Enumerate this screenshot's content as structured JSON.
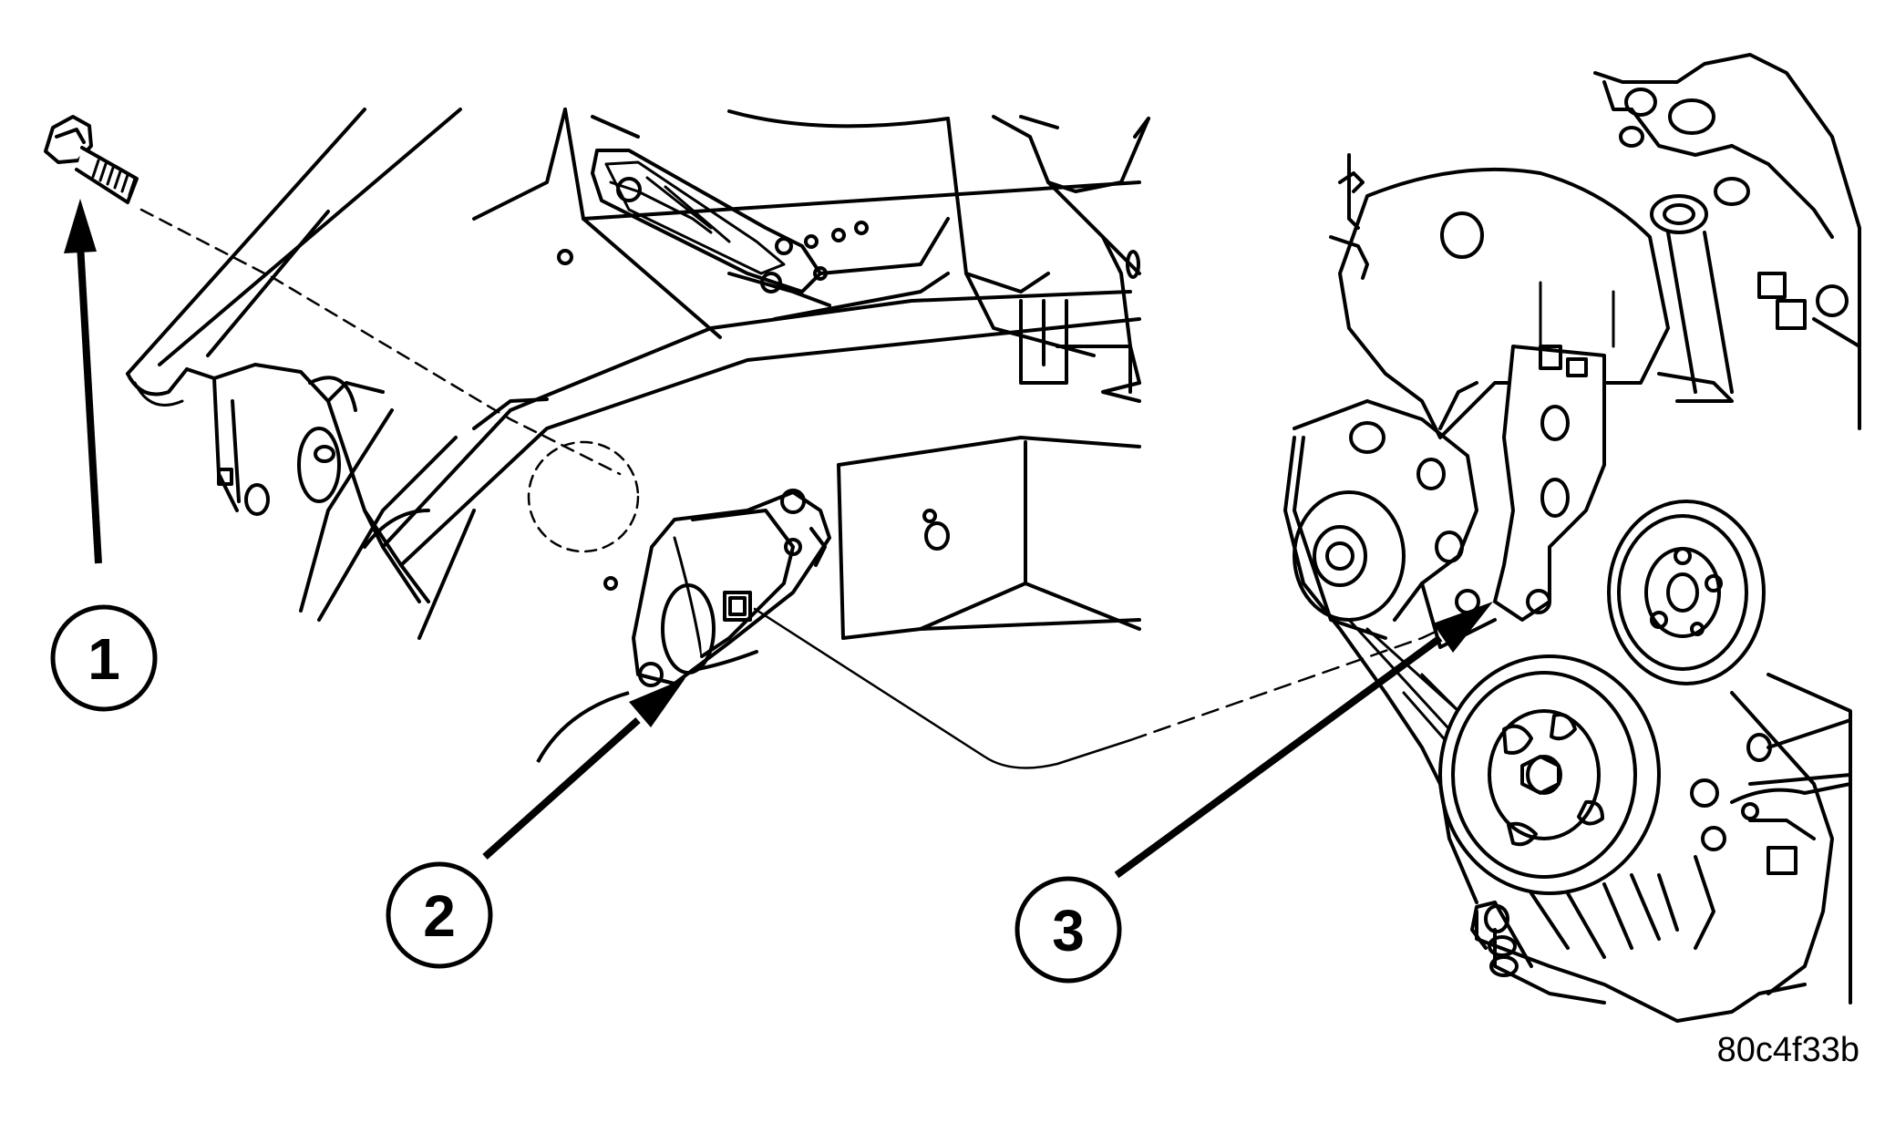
{
  "figure": {
    "id": "80c4f33b"
  },
  "callouts": [
    {
      "number": "1",
      "part": "bolt"
    },
    {
      "number": "2",
      "part": "structural-mount"
    },
    {
      "number": "3",
      "part": "engine-mount-bracket"
    }
  ],
  "ink_color": "#000000",
  "background_color": "#ffffff"
}
